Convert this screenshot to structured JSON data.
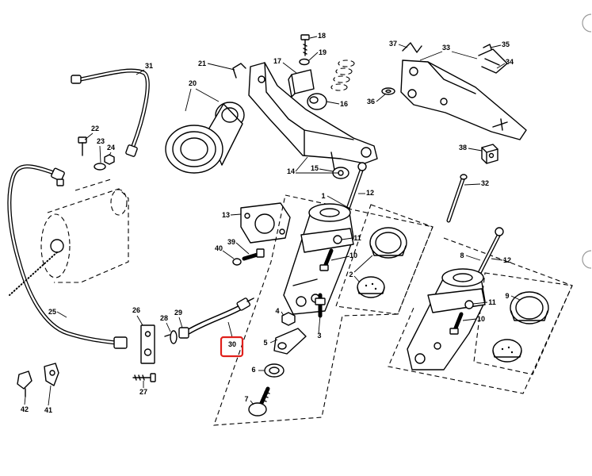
{
  "callouts": [
    "31",
    "21",
    "18",
    "19",
    "17",
    "16",
    "20",
    "22",
    "23",
    "24",
    "37",
    "33",
    "35",
    "34",
    "36",
    "38",
    "32",
    "14",
    "15",
    "1",
    "12",
    "13",
    "39",
    "40",
    "11",
    "10",
    "2",
    "8",
    "12",
    "9",
    "11",
    "10",
    "25",
    "26",
    "29",
    "28",
    "4",
    "3",
    "30",
    "5",
    "6",
    "27",
    "7",
    "42",
    "41"
  ],
  "colors": {
    "line": "#000000",
    "background": "#ffffff",
    "highlight": "#e0201b"
  }
}
